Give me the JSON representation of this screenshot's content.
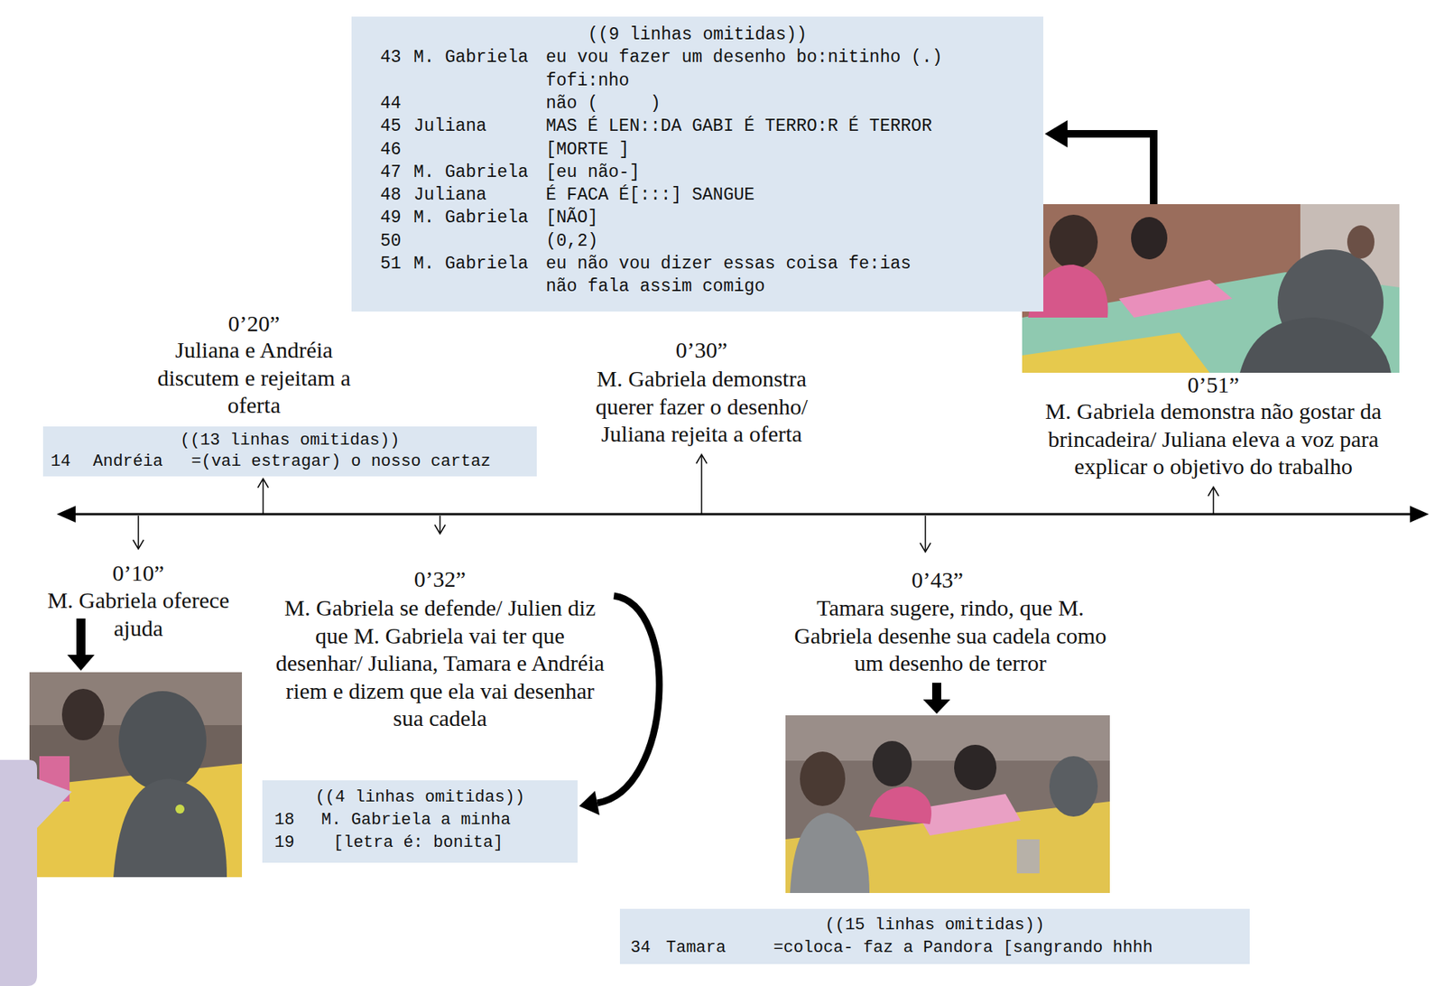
{
  "diagram": {
    "nodes": [
      {
        "text": [
          "((9 linhas omitidas))",
          "43",
          "M. Gabriela",
          "eu vou fazer um desenho bo:nitinho (.)",
          "fofi:nho",
          "44",
          "não (     )",
          "45",
          "Juliana",
          "MAS É LEN::DA GABI É TERRO:R É TERROR",
          "46",
          "[MORTE ]",
          "47",
          "M. Gabriela",
          "[eu não-]",
          "48",
          "Juliana",
          "É FACA É[:::] SANGUE",
          "49",
          "M. Gabriela",
          "[NÃO]",
          "50",
          "(0,2)",
          "51",
          "M. Gabriela",
          "eu não vou dizer essas coisa fe:ias",
          "não fala assim comigo"
        ]
      },
      {
        "text": [
          "((13 linhas omitidas))",
          "14",
          "Andréia",
          "=(vai estragar) o nosso cartaz"
        ]
      },
      {
        "text": [
          "((4 linhas omitidas))",
          "18",
          "M. Gabriela",
          "a minha",
          "19",
          "[letra é: bonita]"
        ]
      },
      {
        "text": [
          "((15 linhas omitidas))",
          "34",
          "Tamara",
          "=coloca- faz a Pandora [sangrando hhhh"
        ]
      }
    ],
    "labels": [
      "0’20”",
      "Juliana e Andréia discutem e rejeitam a oferta",
      "0’30”",
      "M. Gabriela demonstra querer fazer o desenho/ Juliana rejeita a oferta",
      "0’51”",
      "M. Gabriela demonstra não gostar da brincadeira/ Juliana eleva a voz para explicar o objetivo do trabalho",
      "0’10”",
      "M. Gabriela oferece ajuda",
      "0’32”",
      "M. Gabriela se defende/ Julien diz que M. Gabriela vai ter que desenhar/ Juliana, Tamara e Andréia riem e dizem que ela vai desenhar sua cadela",
      "0’43”",
      "Tamara sugere, rindo, que M. Gabriela desenhe sua cadela como um desenho de terror"
    ]
  }
}
